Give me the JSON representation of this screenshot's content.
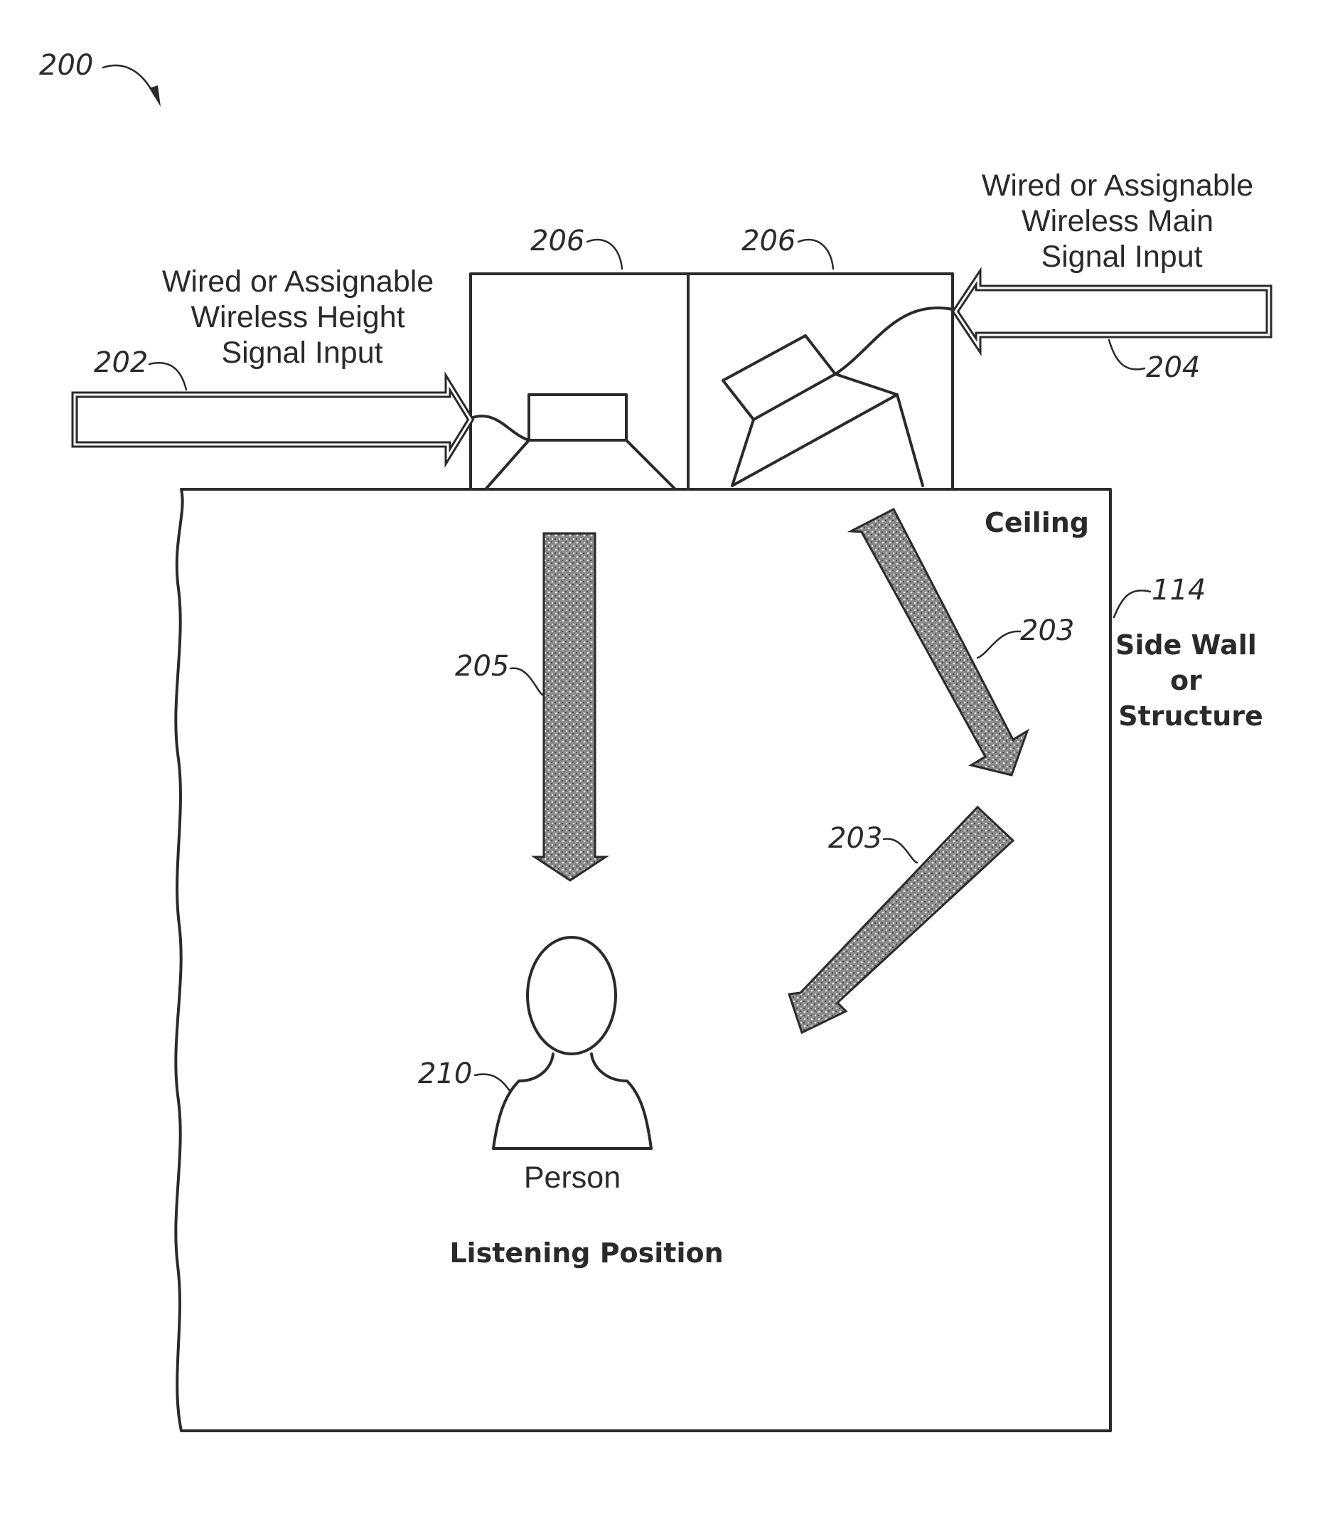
{
  "figure_number": "200",
  "labels": {
    "height_input": [
      "Wired or Assignable",
      "Wireless Height",
      "Signal Input"
    ],
    "main_input": [
      "Wired or Assignable",
      "Wireless Main",
      "Signal Input"
    ],
    "ceiling": "Ceiling",
    "side_wall": [
      "Side Wall",
      "or",
      "Structure"
    ],
    "person": "Person",
    "listening_position": "Listening Position"
  },
  "refs": {
    "height_input_arrow": "202",
    "main_input_arrow": "204",
    "speaker_left": "206",
    "speaker_right": "206",
    "reflected_sound": "203",
    "reflected_sound_2": "203",
    "direct_sound": "205",
    "side_wall": "114",
    "person": "210"
  }
}
